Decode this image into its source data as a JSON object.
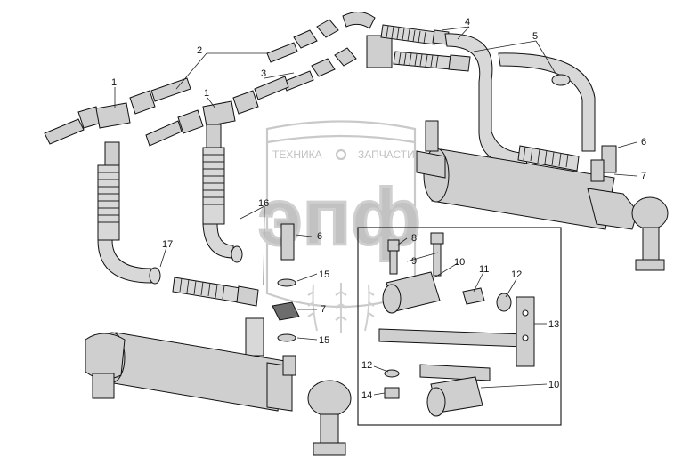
{
  "watermark": {
    "line1_left": "ТЕХНИКА",
    "line1_right": "ЗАПЧАСТИ",
    "logo_text": "эпф"
  },
  "callouts": [
    "1",
    "1",
    "2",
    "3",
    "4",
    "5",
    "6",
    "6",
    "7",
    "7",
    "8",
    "9",
    "10",
    "10",
    "11",
    "12",
    "12",
    "13",
    "14",
    "15",
    "15",
    "16",
    "17"
  ],
  "colors": {
    "line": "#111111",
    "hose_fill": "#d8d8d8",
    "metal_fill": "#cfcfcf",
    "watermark": "#c9c9c9"
  }
}
